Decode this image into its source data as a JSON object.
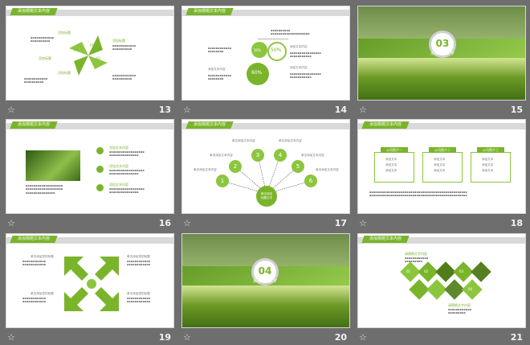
{
  "slides": [
    {
      "number": "13",
      "header": "添加標題文本內容",
      "labels": [
        "添加标题",
        "添加标题",
        "添加标题",
        "添加标题"
      ],
      "digits": [
        "01",
        "02",
        "03",
        "04"
      ]
    },
    {
      "number": "14",
      "percents": [
        "50%",
        "50%",
        "60%"
      ],
      "labels": [
        "添加文本内容",
        "添加文本内容",
        "添加文本内容"
      ]
    },
    {
      "number": "15",
      "badge_num": "03",
      "badge_text": "添加标题文字"
    },
    {
      "number": "16",
      "header": "添加標題文本內容",
      "labels": [
        "添加文本内容",
        "添加文本内容",
        "添加文本内容"
      ]
    },
    {
      "number": "17",
      "header": "添加標題文本內容",
      "digits": [
        "1",
        "2",
        "3",
        "4",
        "5",
        "6"
      ],
      "center_text": "单击添加\n标题文字",
      "items": [
        "单击添加文本内容",
        "单击添加文本内容",
        "单击添加文本内容",
        "单击添加文本内容",
        "单击添加文本内容",
        "单击添加文本内容"
      ]
    },
    {
      "number": "18",
      "header": "添加標題文本內容",
      "boxes": [
        "公司简介一",
        "公司简介二",
        "公司简介三"
      ],
      "rows": [
        "添加文本",
        "添加文本",
        "添加文本"
      ]
    },
    {
      "number": "19",
      "header": "添加標題文本內容",
      "items": [
        "单击添加您的标题",
        "单击添加您的标题",
        "单击添加您的标题",
        "单击添加您的标题"
      ]
    },
    {
      "number": "20",
      "badge_num": "04",
      "badge_text": "添加标题文字"
    },
    {
      "number": "21",
      "header": "添加標題文本內容",
      "labels": [
        "请替换文字内容",
        "请替换文字内容"
      ],
      "digits": [
        "01",
        "02",
        "03",
        "04"
      ]
    }
  ],
  "colors": {
    "accent": "#7ab42b",
    "background": "#6e6e6e",
    "star": "#e6e6e6"
  },
  "icons": {
    "slide_transition": "star-icon"
  }
}
